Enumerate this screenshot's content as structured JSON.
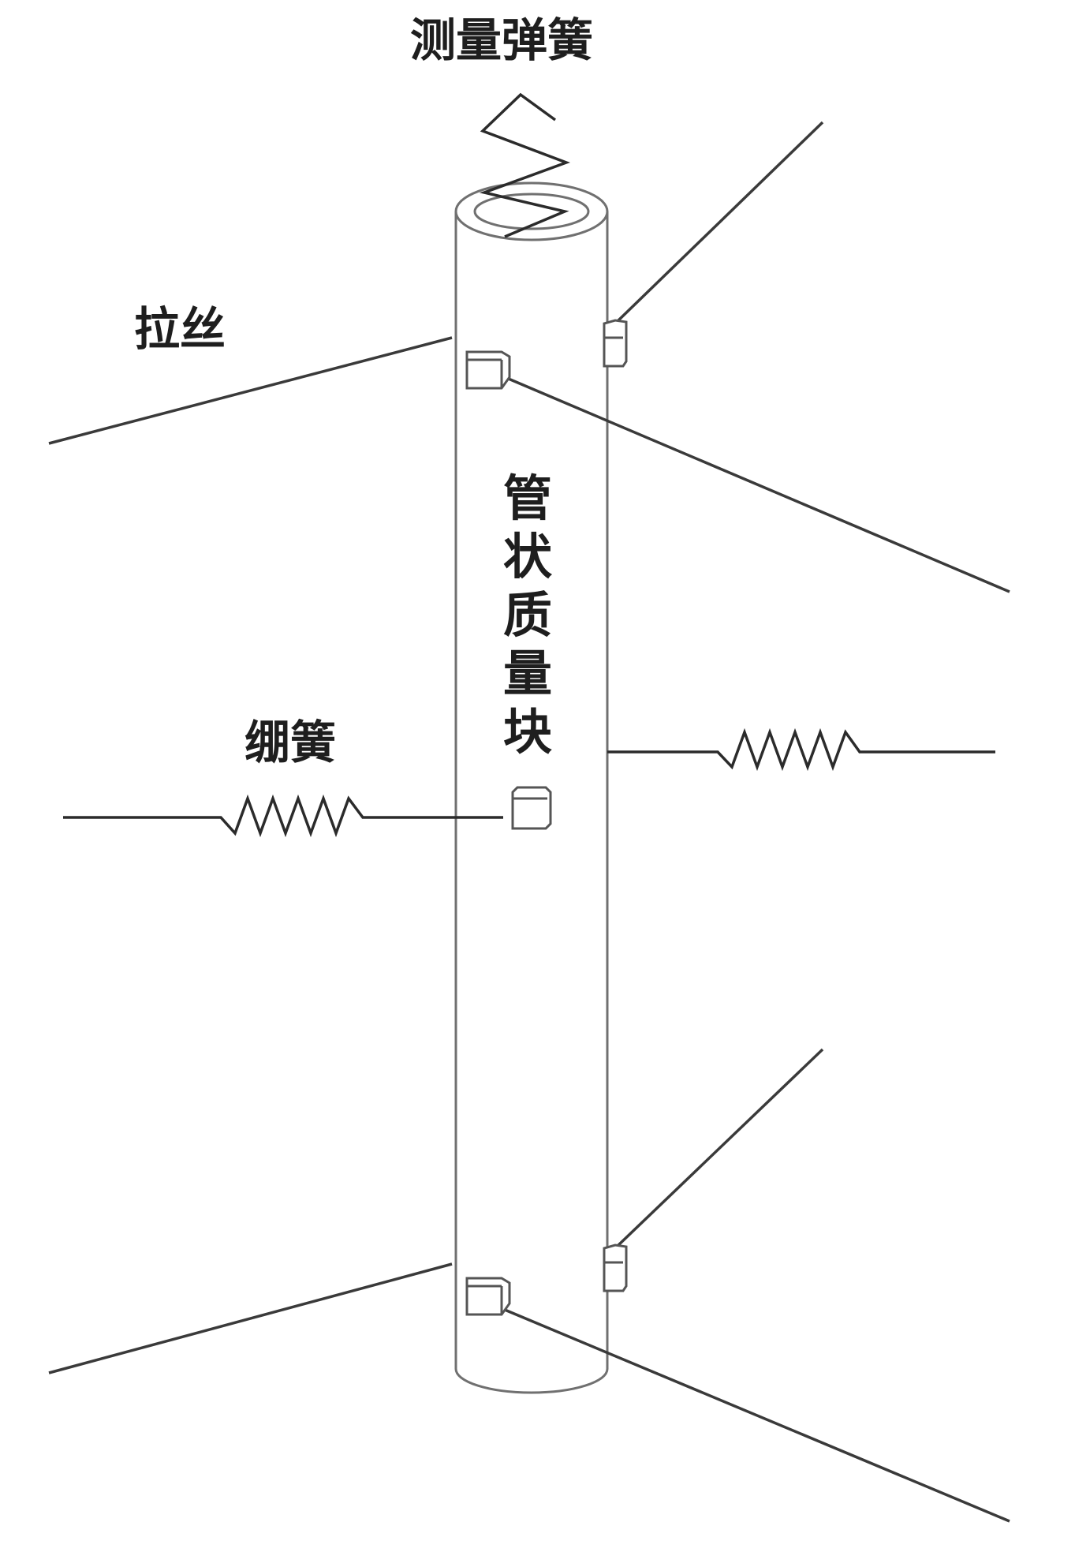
{
  "labels": {
    "measure_spring": "测量弹簧",
    "pull_wire": "拉丝",
    "tension_spring": "绷簧",
    "tubular_mass": "管状质量块"
  },
  "colors": {
    "line": "#3a3a3a",
    "tube_stroke": "#707070",
    "text": "#1e1e1e",
    "background": "#ffffff"
  }
}
